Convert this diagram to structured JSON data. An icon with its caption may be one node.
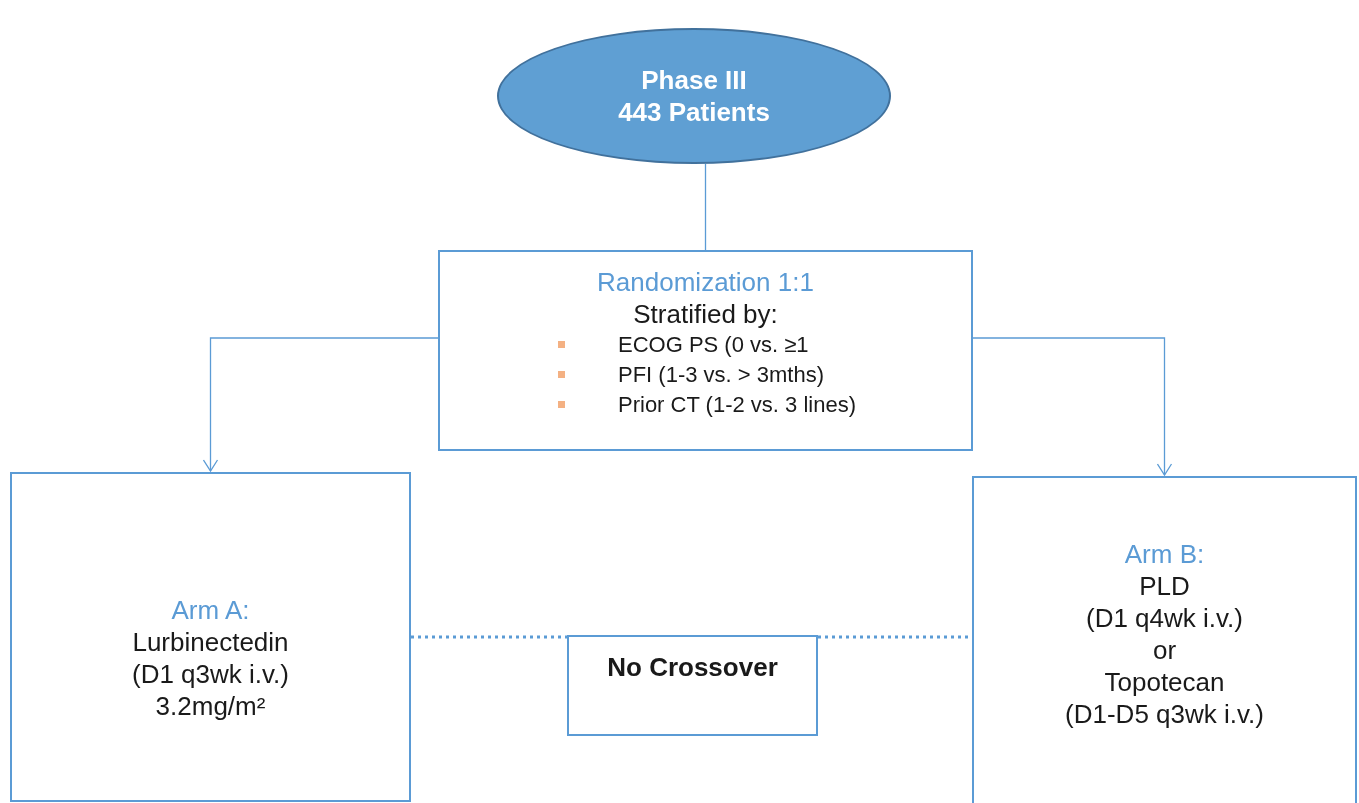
{
  "diagram": {
    "nodes": [
      {
        "text": [
          "Phase III",
          "443 Patients"
        ]
      },
      {
        "text": [
          "Randomization 1:1",
          "Stratified by:",
          "ECOG PS (0 vs. ≥1",
          "PFI (1-3 vs. > 3mths)",
          "Prior CT (1-2 vs. 3 lines)"
        ]
      },
      {
        "text": [
          "Arm A:",
          "Lurbinectedin",
          "(D1 q3wk i.v.)",
          "3.2mg/m²"
        ]
      },
      {
        "text": [
          "No Crossover"
        ]
      },
      {
        "text": [
          "Arm B:",
          "PLD",
          "(D1 q4wk i.v.)",
          "or",
          "Topotecan",
          "(D1-D5 q3wk i.v.)"
        ]
      }
    ],
    "edges": [
      {
        "from": 0,
        "to": 1,
        "arrow": "none"
      },
      {
        "from": 1,
        "to": 2,
        "arrow": "to"
      },
      {
        "from": 1,
        "to": 4,
        "arrow": "to"
      },
      {
        "from": 2,
        "to": 3,
        "arrow": "none",
        "style": "dashed"
      },
      {
        "from": 3,
        "to": 4,
        "arrow": "none",
        "style": "dashed"
      }
    ]
  }
}
